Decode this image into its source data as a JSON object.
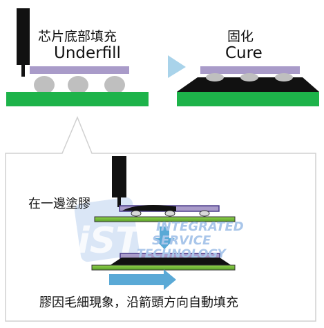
{
  "top_left": {
    "title_zh": "芯片底部填充",
    "title_en": "Underfill"
  },
  "top_right": {
    "title_zh": "固化",
    "title_en": "Cure"
  },
  "bottom_panel": {
    "dispense_label": "在一邊塗膠",
    "caption": "膠因毛細現象，沿箭頭方向自動填充"
  },
  "watermark": {
    "logo": "iST",
    "line1": "INTEGRATED",
    "line2": "SERVICE",
    "line3": "TECHNOLOGY"
  },
  "colors": {
    "substrate_green": "#1db34a",
    "chip_purple": "#a99bc9",
    "bump_gray": "#bfbfbf",
    "dispenser_black": "#111111",
    "arrow_blue": "#5aa9d6",
    "panel_border": "#d0d0d0",
    "watermark_blue": "#a9c6ea"
  }
}
